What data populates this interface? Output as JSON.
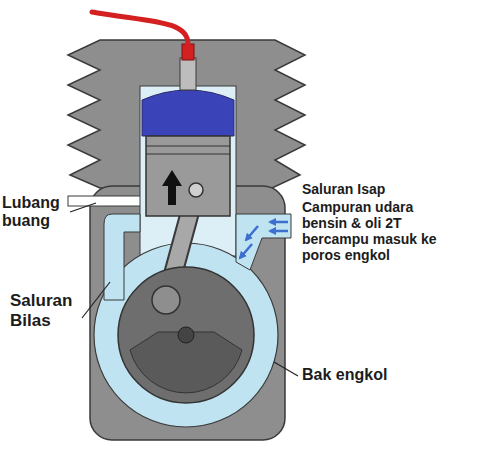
{
  "diagram": {
    "labels": [
      "Lubang buang",
      "Saluran Isap",
      "Campuran udara bensin & oli 2T bercampu masuk ke poros engkol",
      "Saluran Bilas",
      "Bak engkol"
    ]
  }
}
